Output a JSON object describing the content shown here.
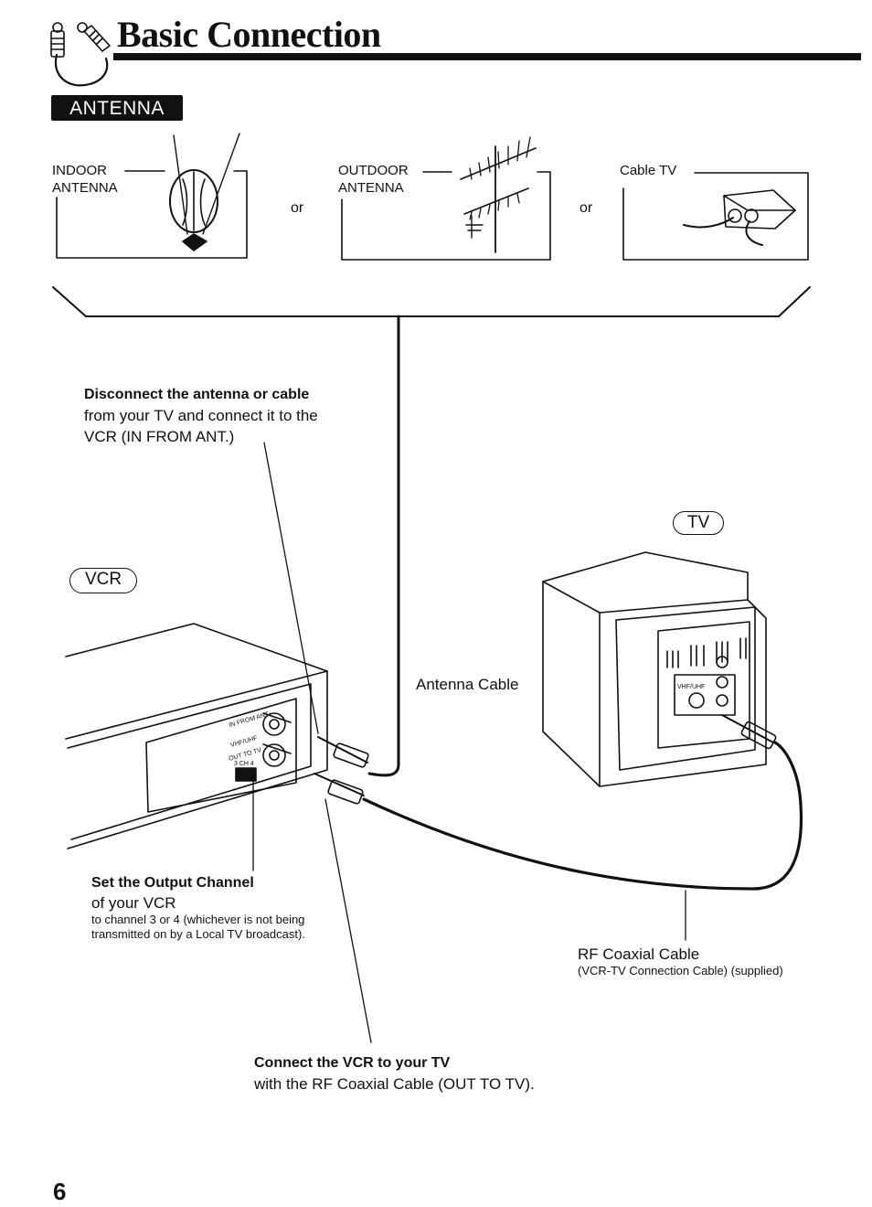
{
  "header": {
    "title": "Basic Connection",
    "section_badge": "ANTENNA"
  },
  "antenna_options": {
    "indoor": [
      "INDOOR",
      "ANTENNA"
    ],
    "outdoor": [
      "OUTDOOR",
      "ANTENNA"
    ],
    "cable": "Cable TV",
    "separator": "or"
  },
  "devices": {
    "vcr": "VCR",
    "tv": "TV"
  },
  "vcr_jacks": {
    "in_from_ant": "IN FROM ANT",
    "vhf_uhf": "VHF/UHF",
    "out_to_tv": "OUT TO TV",
    "ch": "3 CH 4"
  },
  "tv_jack": "VHF/UHF",
  "callouts": {
    "disconnect": {
      "heading": "Disconnect the antenna or cable",
      "lines": [
        "from your TV and connect it to the",
        "VCR (IN FROM ANT.)"
      ]
    },
    "antenna_cable": "Antenna Cable",
    "output_channel": {
      "heading": "Set the Output Channel",
      "sub": "of your VCR",
      "note": [
        "to channel 3 or 4 (whichever is not being",
        "transmitted on by a Local TV broadcast)."
      ]
    },
    "rf_cable": {
      "label": "RF Coaxial Cable",
      "note": "(VCR-TV Connection Cable) (supplied)"
    },
    "connect": {
      "heading": "Connect the VCR to your TV",
      "line": "with the RF Coaxial Cable (OUT TO TV)."
    }
  },
  "page_number": "6"
}
